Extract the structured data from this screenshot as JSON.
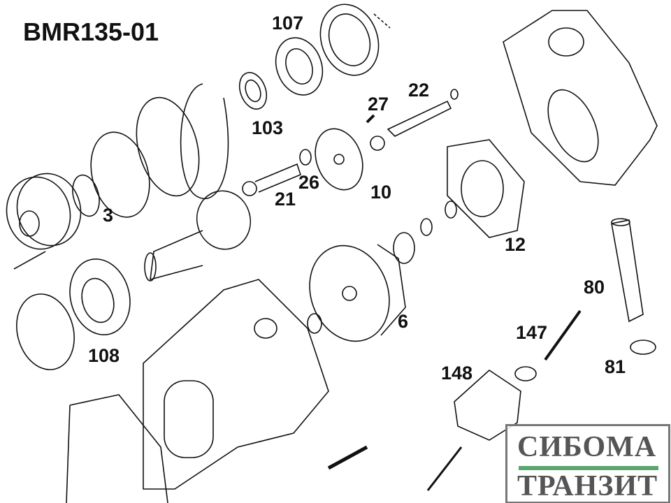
{
  "title": "BMR135-01",
  "labels": {
    "p107": "107",
    "p103": "103",
    "p22": "22",
    "p27": "27",
    "p26": "26",
    "p21": "21",
    "p10": "10",
    "p3": "3",
    "p12": "12",
    "p80": "80",
    "p6": "6",
    "p147": "147",
    "p81": "81",
    "p108": "108",
    "p148": "148"
  },
  "logo": {
    "line1": "СИБОМА",
    "line2": "ТРАНЗИТ",
    "accent": "#5aa86e"
  }
}
